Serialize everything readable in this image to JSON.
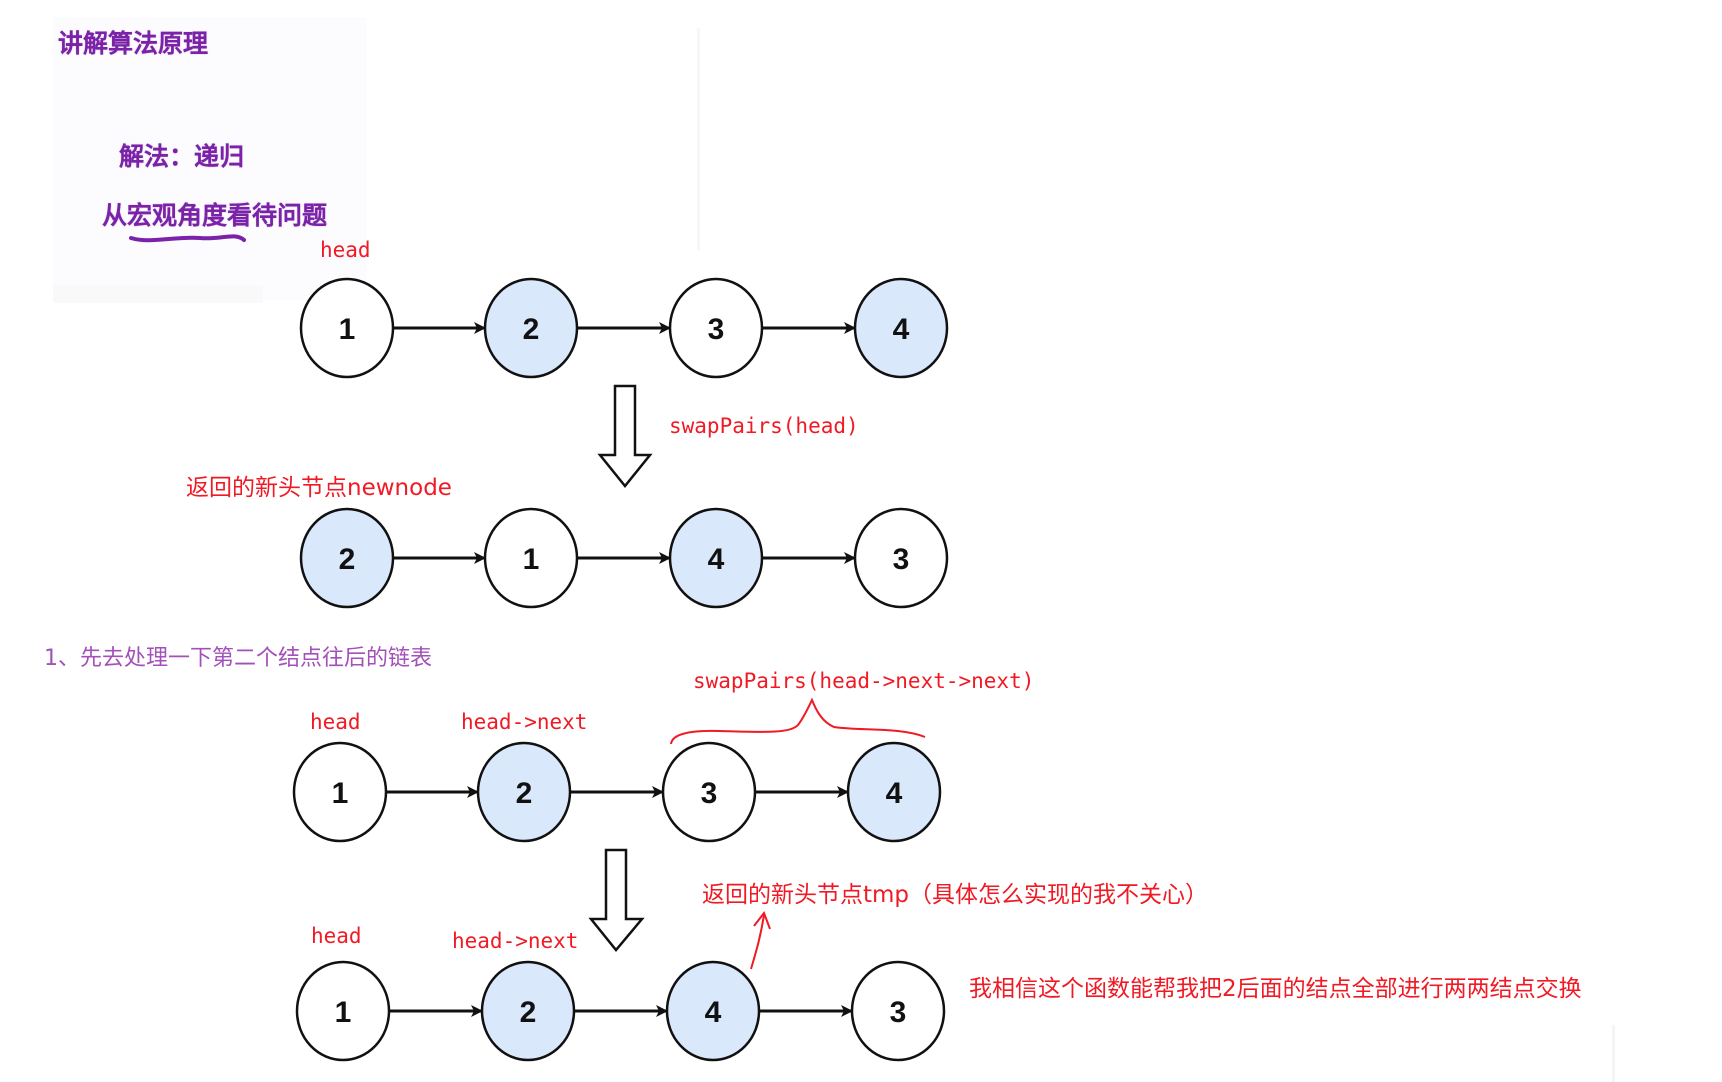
{
  "header": {
    "title": "讲解算法原理",
    "method": "解法：递归",
    "perspective": "从宏观角度看待问题"
  },
  "colors": {
    "purple_heading": "#7a22a8",
    "step_text": "#a350b8",
    "annotation_red": "#f01a24",
    "highlight_node_fill": "#dae8fc",
    "plain_node_fill": "#ffffff",
    "stroke": "#111111"
  },
  "section1": {
    "head_label": "head",
    "original_list": [
      {
        "value": "1",
        "highlight": false
      },
      {
        "value": "2",
        "highlight": true
      },
      {
        "value": "3",
        "highlight": false
      },
      {
        "value": "4",
        "highlight": true
      }
    ],
    "call_label": "swapPairs(head)",
    "result_label": "返回的新头节点newnode",
    "result_list": [
      {
        "value": "2",
        "highlight": true
      },
      {
        "value": "1",
        "highlight": false
      },
      {
        "value": "4",
        "highlight": true
      },
      {
        "value": "3",
        "highlight": false
      }
    ]
  },
  "section2": {
    "step_label": "1、先去处理一下第二个结点往后的链表",
    "recursive_call_label": "swapPairs(head->next->next)",
    "head_label": "head",
    "next_label": "head->next",
    "before_list": [
      {
        "value": "1",
        "highlight": false
      },
      {
        "value": "2",
        "highlight": true
      },
      {
        "value": "3",
        "highlight": false
      },
      {
        "value": "4",
        "highlight": true
      }
    ],
    "tmp_label": "返回的新头节点tmp（具体怎么实现的我不关心）",
    "after_head_label": "head",
    "after_next_label": "head->next",
    "after_list": [
      {
        "value": "1",
        "highlight": false
      },
      {
        "value": "2",
        "highlight": true
      },
      {
        "value": "4",
        "highlight": true
      },
      {
        "value": "3",
        "highlight": false
      }
    ],
    "trust_note": "我相信这个函数能帮我把2后面的结点全部进行两两结点交换"
  }
}
